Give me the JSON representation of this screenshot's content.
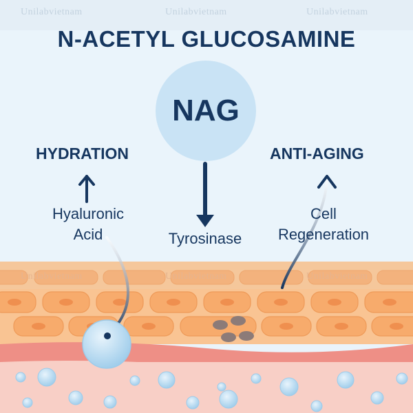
{
  "watermark": "Unilabvietnam",
  "title": "N-ACETYL GLUCOSAMINE",
  "nag_label": "NAG",
  "left": {
    "heading": "HYDRATION",
    "line1": "Hyaluronic",
    "line2": "Acid"
  },
  "center": {
    "label": "Tyrosinase"
  },
  "right": {
    "heading": "ANTI-AGING",
    "line1": "Cell",
    "line2": "Regeneration"
  },
  "colors": {
    "navy": "#16365f",
    "circle": "#c9e3f5",
    "skin_top": "#f5c79b",
    "skin_cells": "#f7ab6c",
    "dermis_band": "#ee8f86",
    "dermis": "#f8cfc6"
  }
}
